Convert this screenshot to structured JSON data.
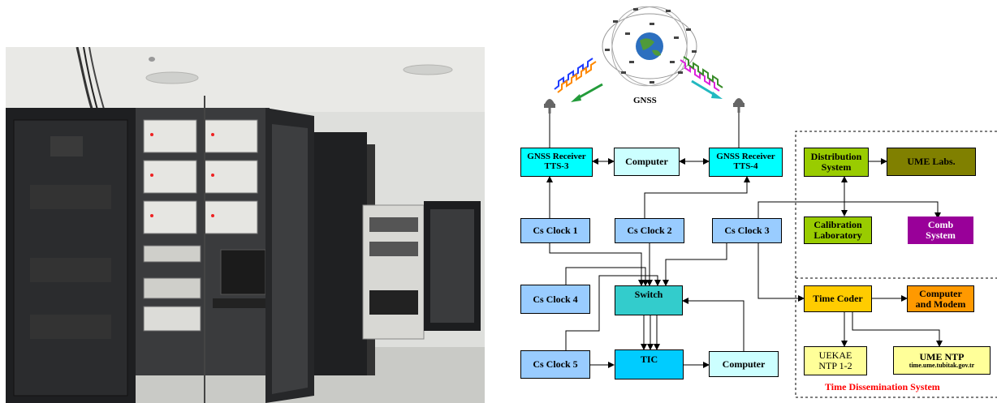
{
  "diagram": {
    "gnss_label": "GNSS",
    "receivers": [
      {
        "line1": "GNSS Receiver",
        "line2": "TTS-3"
      },
      {
        "line1": "GNSS Receiver",
        "line2": "TTS-4"
      }
    ],
    "computer_top": "Computer",
    "computer_bottom": "Computer",
    "clocks": [
      "Cs Clock 1",
      "Cs Clock 2",
      "Cs Clock 3",
      "Cs Clock 4",
      "Cs Clock 5"
    ],
    "switch": "Switch",
    "tic": "TIC",
    "distribution": {
      "line1": "Distribution",
      "line2": "System"
    },
    "ume_labs": "UME Labs.",
    "calibration": {
      "line1": "Calibration",
      "line2": "Laboratory"
    },
    "comb": {
      "line1": "Comb",
      "line2": "System"
    },
    "time_coder": "Time Coder",
    "computer_modem": {
      "line1": "Computer",
      "line2": "and Modem"
    },
    "uekae": {
      "line1": "UEKAE",
      "line2": "NTP 1-2"
    },
    "ume_ntp": {
      "line1": "UME NTP",
      "line2": "time.ume.tubitak.gov.tr"
    },
    "dissemination_title": "Time Dissemination System"
  },
  "colors": {
    "receiver": "#00ffff",
    "computer": "#ccffff",
    "clock": "#99ccff",
    "switch": "#33cccc",
    "tic": "#00ccff",
    "green": "#99cc00",
    "olive": "#808000",
    "purple": "#990099",
    "time_coder": "#ffcc00",
    "orange": "#ff9900",
    "pale_yellow": "#ffff99",
    "red_title": "#ff0000"
  }
}
